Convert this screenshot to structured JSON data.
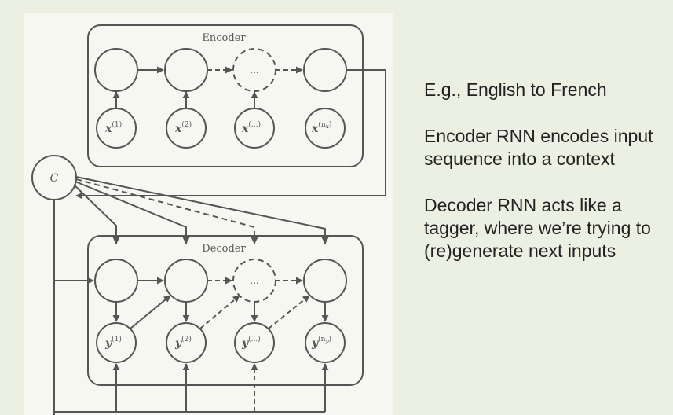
{
  "diagram": {
    "encoder_label": "Encoder",
    "decoder_label": "Decoder",
    "context_label": "C",
    "ellipsis": "...",
    "x_sup": [
      "(1)",
      "(2)",
      "(...)",
      "(n"
    ],
    "x_sub_last": "x",
    "y_sup": [
      "(1)",
      "(2)",
      "(...)",
      "(n"
    ],
    "y_sub_last": "y",
    "input_var": "x",
    "output_var": "y"
  },
  "notes": {
    "line1": "E.g., English to French",
    "line2": "Encoder RNN encodes input sequence into a context",
    "line3": "Decoder RNN acts like a tagger, where we’re trying to (re)generate next inputs"
  },
  "colors": {
    "slide_bg": "#ecf0e3",
    "figure_bg": "#f6f7f0",
    "stroke": "#555555"
  }
}
